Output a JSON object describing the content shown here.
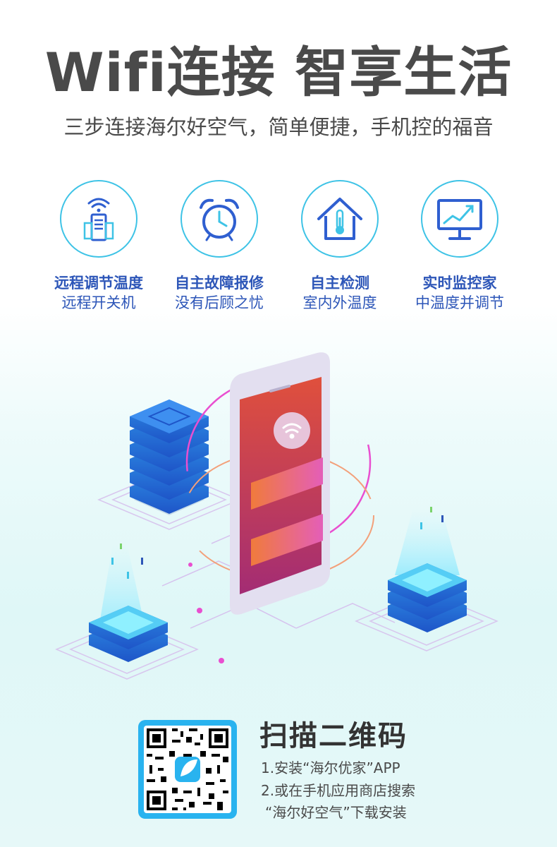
{
  "title": "Wifi连接 智享生活",
  "subtitle": "三步连接海尔好空气，简单便捷，手机控的福音",
  "features": [
    {
      "icon": "wifi-air-purifier-icon",
      "title": "远程调节温度",
      "sub": "远程开关机"
    },
    {
      "icon": "alarm-clock-icon",
      "title": "自主故障报修",
      "sub": "没有后顾之忧"
    },
    {
      "icon": "house-thermometer-icon",
      "title": "自主检测",
      "sub": "室内外温度"
    },
    {
      "icon": "monitor-chart-icon",
      "title": "实时监控家",
      "sub": "中温度并调节"
    }
  ],
  "colors": {
    "accent_ring": "#3ec3e6",
    "feature_text": "#2d56b8",
    "qr_frame": "#29b3ef"
  },
  "qr": {
    "icon": "leaf-logo-icon"
  },
  "scan": {
    "title": "扫描二维码",
    "step1": "1.安装“海尔优家”APP",
    "step2": "2.或在手机应用商店搜索",
    "step3": "“海尔好空气”下载安装"
  }
}
